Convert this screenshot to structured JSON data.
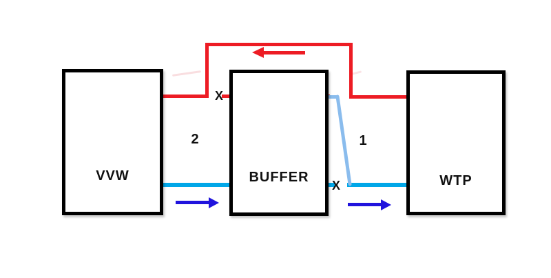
{
  "diagram": {
    "boxes": [
      {
        "id": "vvw",
        "label": "VVW"
      },
      {
        "id": "buffer",
        "label": "BUFFER"
      },
      {
        "id": "wtp",
        "label": "WTP"
      }
    ],
    "zone_labels": [
      {
        "id": "zone-2",
        "text": "2"
      },
      {
        "id": "zone-1",
        "text": "1"
      }
    ],
    "valve_marks": [
      {
        "id": "valve-left",
        "text": "X"
      },
      {
        "id": "valve-right",
        "text": "X"
      }
    ],
    "colors": {
      "hot_line_red": "#ed1c24",
      "cold_line_cyan": "#00a7e8",
      "bypass_light_blue": "#8abced",
      "arrow_dark_blue": "#2013dd",
      "box_border_black": "#000000",
      "canvas_bg": "#ffffff"
    }
  }
}
